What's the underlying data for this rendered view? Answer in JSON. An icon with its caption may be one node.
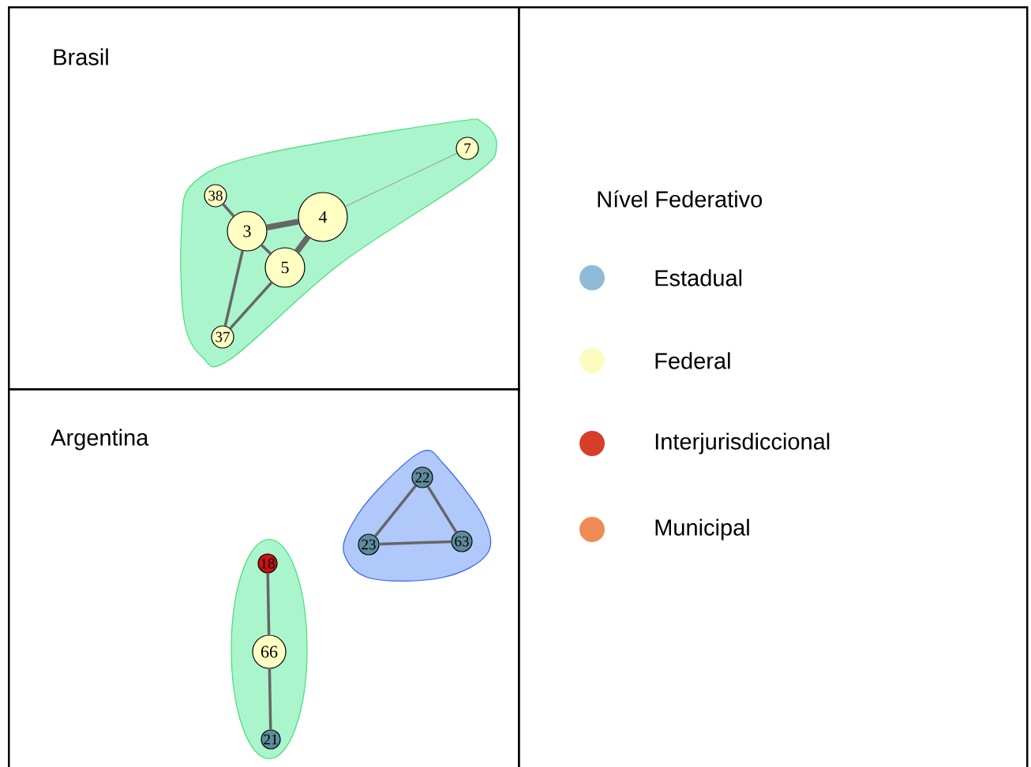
{
  "diagram": {
    "nodes": [
      {
        "text": [
          "Brasil"
        ]
      },
      {
        "text": [],
        "shape": "blob",
        "in": 0
      },
      {
        "text": [
          "7"
        ],
        "in": 1
      },
      {
        "text": [
          "38"
        ],
        "in": 1
      },
      {
        "text": [
          "4"
        ],
        "in": 1
      },
      {
        "text": [
          "3"
        ],
        "in": 1
      },
      {
        "text": [
          "5"
        ],
        "in": 1
      },
      {
        "text": [
          "37"
        ],
        "in": 1
      },
      {
        "text": [
          "Argentina"
        ]
      },
      {
        "text": [],
        "shape": "blob",
        "in": 8
      },
      {
        "text": [
          "22"
        ],
        "in": 9
      },
      {
        "text": [
          "23"
        ],
        "in": 9
      },
      {
        "text": [
          "63"
        ],
        "in": 9
      },
      {
        "text": [],
        "shape": "blob",
        "in": 8
      },
      {
        "text": [
          "18"
        ],
        "in": 13
      },
      {
        "text": [
          "66"
        ],
        "in": 13
      },
      {
        "text": [
          "21"
        ],
        "in": 13
      },
      {
        "text": [
          "Nível Federativo"
        ]
      }
    ],
    "edges": [
      {
        "from": 4,
        "to": 2,
        "arrow": "none",
        "color": "#999999"
      },
      {
        "from": 3,
        "to": 5,
        "arrow": "none"
      },
      {
        "from": 5,
        "to": 4,
        "arrow": "none",
        "style": "thick"
      },
      {
        "from": 5,
        "to": 6,
        "arrow": "none"
      },
      {
        "from": 4,
        "to": 6,
        "arrow": "none",
        "style": "thick"
      },
      {
        "from": 5,
        "to": 7,
        "arrow": "none"
      },
      {
        "from": 6,
        "to": 7,
        "arrow": "none"
      },
      {
        "from": 10,
        "to": 11,
        "arrow": "none"
      },
      {
        "from": 10,
        "to": 12,
        "arrow": "none"
      },
      {
        "from": 11,
        "to": 12,
        "arrow": "none"
      },
      {
        "from": 14,
        "to": 15,
        "arrow": "none"
      },
      {
        "from": 15,
        "to": 16,
        "arrow": "none"
      }
    ],
    "legend": [
      {
        "text": "Estadual",
        "color": "#8fbbd9"
      },
      {
        "text": "Federal",
        "color": "#fdfbc0"
      },
      {
        "text": "Interjurisdiccional",
        "color": "#d63e2a"
      },
      {
        "text": "Municipal",
        "color": "#ef8c55"
      }
    ]
  }
}
